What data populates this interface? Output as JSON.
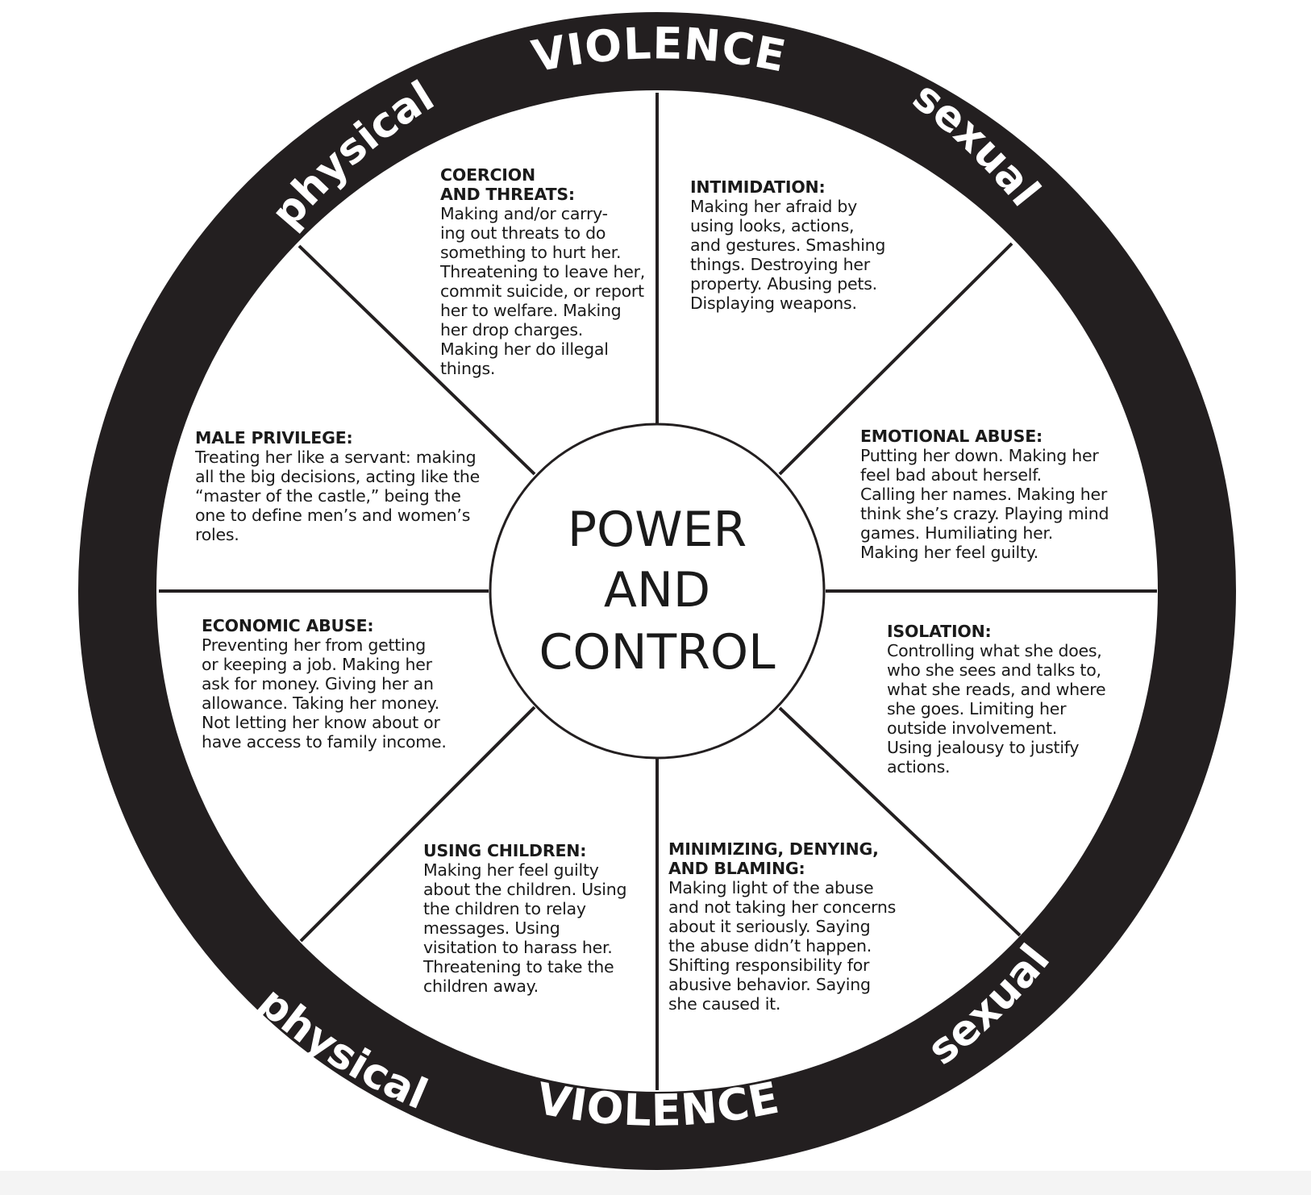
{
  "ring": {
    "top_label": "VIOLENCE",
    "bottom_label": "VIOLENCE",
    "upper_left_label": "physical",
    "lower_left_label": "physical",
    "upper_right_label": "sexual",
    "lower_right_label": "sexual"
  },
  "center": {
    "line1": "POWER",
    "line2": "AND",
    "line3": "CONTROL"
  },
  "wedges": {
    "coercion": {
      "title": "COERCION\nAND THREATS:",
      "body": "Making and/or carry-\ning out threats to do\nsomething to hurt her.\nThreatening to leave her,\ncommit suicide, or report\nher to welfare.  Making\nher drop charges.\nMaking her do illegal\nthings."
    },
    "intimidation": {
      "title": "INTIMIDATION:",
      "body": "Making her afraid by\nusing looks, actions,\nand gestures.  Smashing\nthings.  Destroying her\nproperty.  Abusing pets.\nDisplaying weapons."
    },
    "male_privilege": {
      "title": "MALE PRIVILEGE:",
      "body": "Treating her like a servant: making\nall the big decisions, acting like the\n“master of the castle,” being the\none to define men’s and women’s\nroles."
    },
    "emotional_abuse": {
      "title": "EMOTIONAL ABUSE:",
      "body": "Putting her down.  Making her\nfeel bad about herself.\nCalling her names.  Making her\nthink she’s crazy.  Playing mind\ngames.  Humiliating her.\nMaking her feel guilty."
    },
    "economic_abuse": {
      "title": "ECONOMIC ABUSE:",
      "body": "Preventing her from getting\nor keeping a job.  Making her\nask for money.  Giving her an\nallowance.  Taking her money.\nNot letting her know about or\nhave access to family income."
    },
    "isolation": {
      "title": "ISOLATION:",
      "body": "Controlling what she does,\nwho she sees and talks to,\nwhat she reads, and where\nshe goes.  Limiting her\noutside involvement.\nUsing jealousy to justify\nactions."
    },
    "using_children": {
      "title": "USING CHILDREN:",
      "body": "Making her feel guilty\nabout the children.  Using\nthe children to relay\nmessages.  Using\nvisitation to harass her.\nThreatening to take the\nchildren away."
    },
    "minimizing": {
      "title": "MINIMIZING, DENYING,\nAND BLAMING:",
      "body": "Making light of the abuse\nand not taking her concerns\nabout it seriously.  Saying\nthe abuse didn’t happen.\nShifting responsibility for\nabusive behavior.  Saying\nshe caused it."
    }
  },
  "colors": {
    "ring": "#231f20",
    "ring_text": "#ffffff",
    "text": "#1a1a1a",
    "background": "#ffffff"
  }
}
